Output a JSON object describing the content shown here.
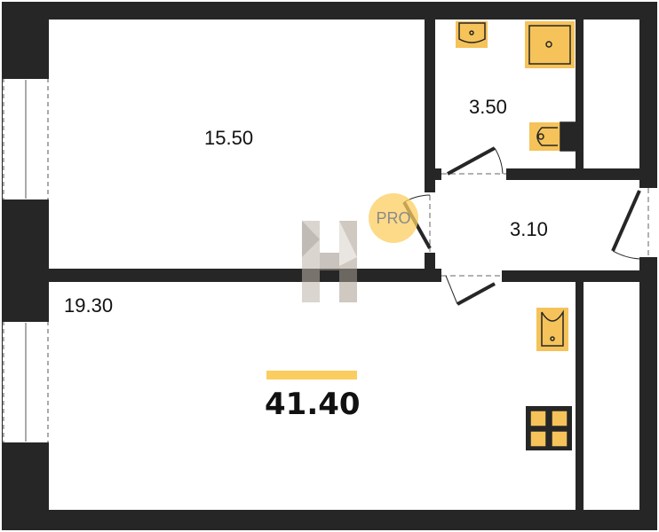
{
  "rooms": {
    "room_main": "15.50",
    "bathroom": "3.50",
    "hallway": "3.10",
    "kitchen_living": "19.30"
  },
  "total_area": "41.40",
  "watermark": {
    "badge": "PRO",
    "logo_letter": "H"
  },
  "colors": {
    "wall": "#262626",
    "fixture": "#F5C35A",
    "accent": "#FBCD5F"
  }
}
